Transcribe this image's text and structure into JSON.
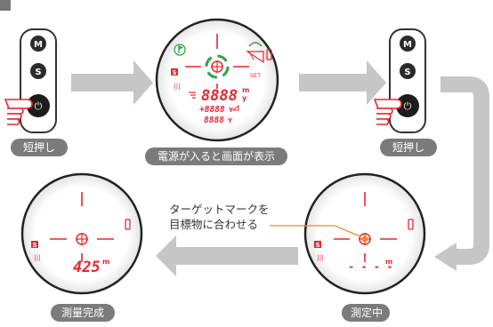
{
  "captions": {
    "press_1": "短押し",
    "power_on": "電源が入ると画面が表示",
    "press_2": "短押し",
    "measuring": "測定中",
    "complete": "測量完成"
  },
  "annotation": {
    "line1": "ターゲットマークを",
    "line2": "目標物に合わせる"
  },
  "device_buttons": {
    "mode": "M",
    "set": "S",
    "power": "⏻"
  },
  "display_full": {
    "main_distance": "8888",
    "main_unit_top": "m",
    "main_unit_bottom": "y",
    "sub_value": "+8888",
    "sub_unit": "Y",
    "third_value": "8888",
    "third_unit": "Y",
    "set_label": "SET"
  },
  "display_measuring": {
    "readout": "- - - -",
    "unit": "m"
  },
  "display_complete": {
    "readout": "425",
    "unit": "m"
  },
  "colors": {
    "arrow": "#c6c6c6",
    "lcd_red": "#e8262f",
    "lcd_green": "#2aa844",
    "caption_bg": "#7b7b7b",
    "leader": "#ef8a2a"
  }
}
